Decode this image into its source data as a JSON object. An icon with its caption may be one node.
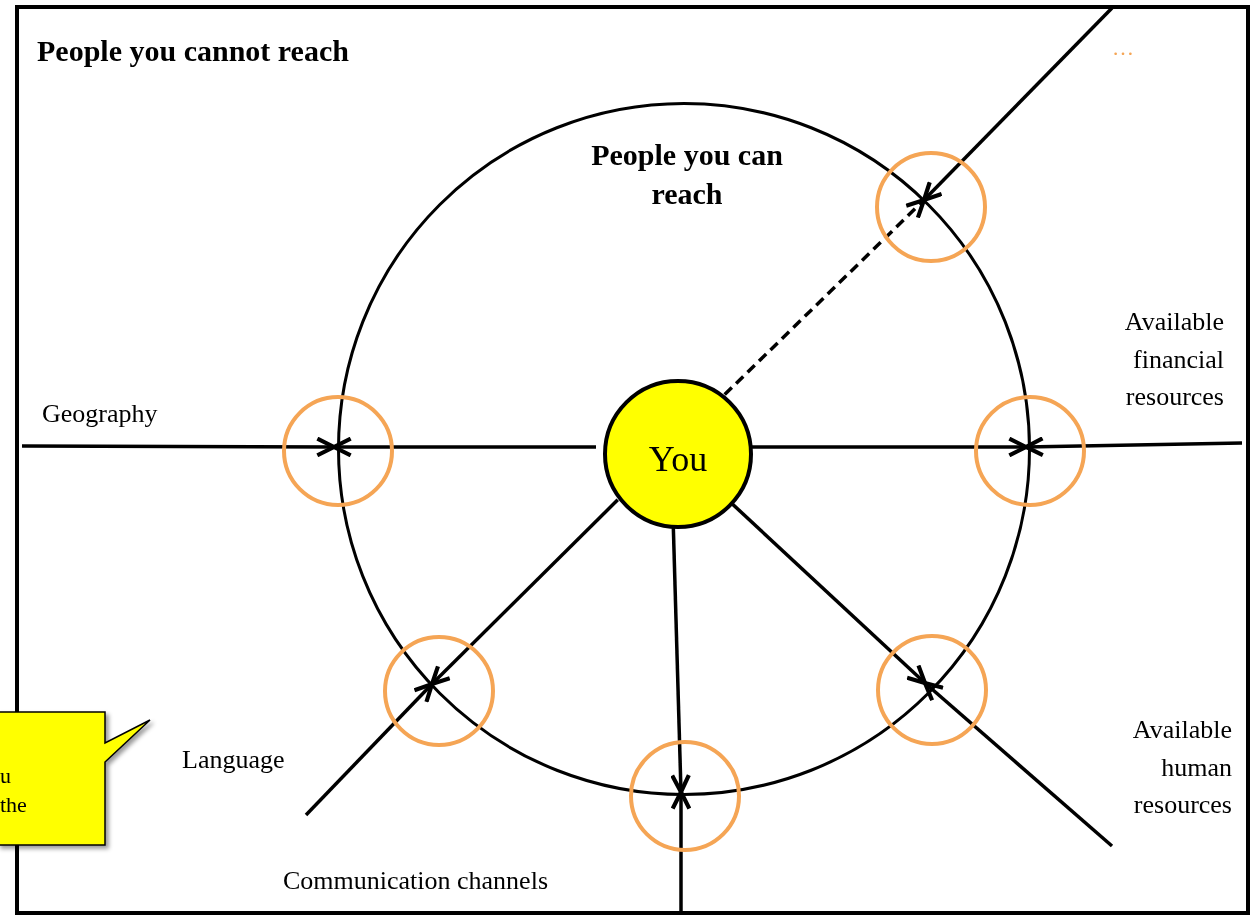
{
  "diagram": {
    "nodes": [
      {
        "text": [
          "People you cannot reach"
        ]
      },
      {
        "text": [
          "People you can reach"
        ],
        "in": 0
      },
      {
        "text": [
          "You"
        ],
        "in": 1
      },
      {
        "text": [],
        "shape": "circle",
        "in": 1
      },
      {
        "text": [],
        "shape": "circle",
        "in": 0
      },
      {
        "text": [],
        "shape": "circle",
        "in": 0
      },
      {
        "text": [],
        "shape": "circle",
        "in": 1
      },
      {
        "text": [],
        "shape": "circle",
        "in": 0
      },
      {
        "text": [],
        "shape": "circle",
        "in": 1
      },
      {
        "text": [
          "u the"
        ]
      }
    ],
    "edges": [
      {
        "from": null,
        "to": 3,
        "arrow": "to"
      },
      {
        "from": 2,
        "to": 3,
        "arrow": "to",
        "style": "dashed"
      },
      {
        "from": null,
        "to": 4,
        "arrow": "to"
      },
      {
        "from": 2,
        "to": 4,
        "arrow": "to"
      },
      {
        "from": null,
        "to": 5,
        "arrow": "to"
      },
      {
        "from": 2,
        "to": 5,
        "arrow": "to"
      },
      {
        "from": null,
        "to": 6,
        "arrow": "to"
      },
      {
        "from": 2,
        "to": 6,
        "arrow": "to"
      },
      {
        "from": null,
        "to": 7,
        "arrow": "to"
      },
      {
        "from": 2,
        "to": 7,
        "arrow": "to"
      },
      {
        "from": null,
        "to": 8,
        "arrow": "to"
      },
      {
        "from": 2,
        "to": 8,
        "arrow": "to"
      }
    ],
    "labels": [
      "…",
      "Available financial resources",
      "Geography",
      "Language",
      "Available human resources",
      "Communication channels"
    ]
  }
}
